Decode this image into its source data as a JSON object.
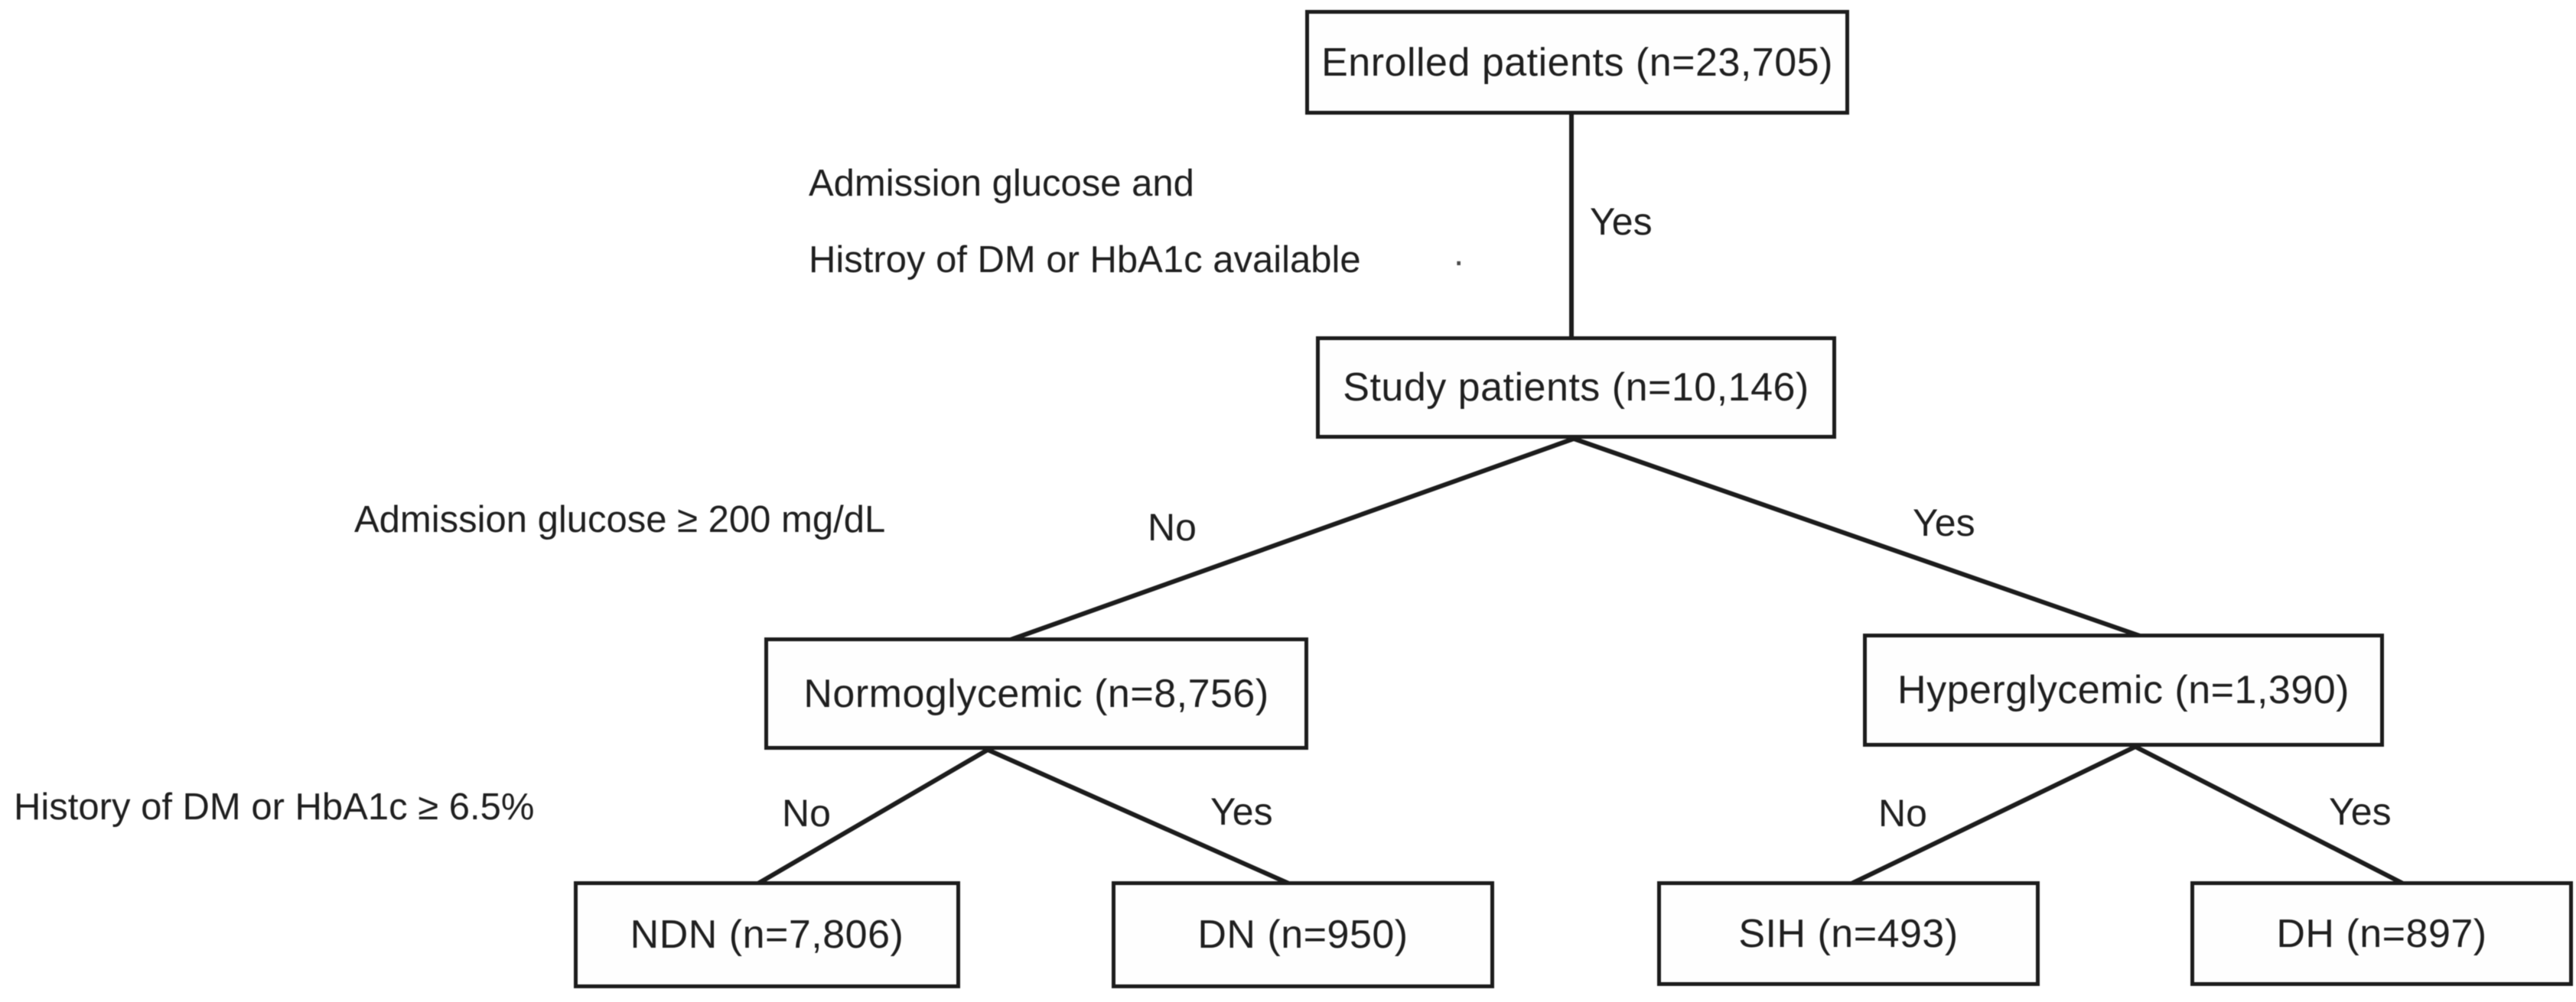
{
  "diagram": {
    "type": "flowchart",
    "background_color": "#ffffff",
    "line_color": "#1c1c1c",
    "text_color": "#1f1f1f",
    "nodes": {
      "enrolled": {
        "label": "Enrolled patients (n=23,705)"
      },
      "study": {
        "label": "Study patients (n=10,146)"
      },
      "normoglycemic": {
        "label": "Normoglycemic (n=8,756)"
      },
      "hyperglycemic": {
        "label": "Hyperglycemic (n=1,390)"
      },
      "ndn": {
        "label": "NDN (n=7,806)"
      },
      "dn": {
        "label": "DN (n=950)"
      },
      "sih": {
        "label": "SIH (n=493)"
      },
      "dh": {
        "label": "DH (n=897)"
      }
    },
    "criteria": {
      "c1_line1": "Admission glucose and",
      "c1_line2": "Histroy of DM or HbA1c available",
      "c2": "Admission glucose ≥ 200 mg/dL",
      "c3": "History of DM or HbA1c ≥ 6.5%"
    },
    "edge_labels": {
      "root_yes": "Yes",
      "glucose_no": "No",
      "glucose_yes": "Yes",
      "dm_left_no": "No",
      "dm_left_yes": "Yes",
      "dm_right_no": "No",
      "dm_right_yes": "Yes"
    },
    "stray_mark": "."
  }
}
